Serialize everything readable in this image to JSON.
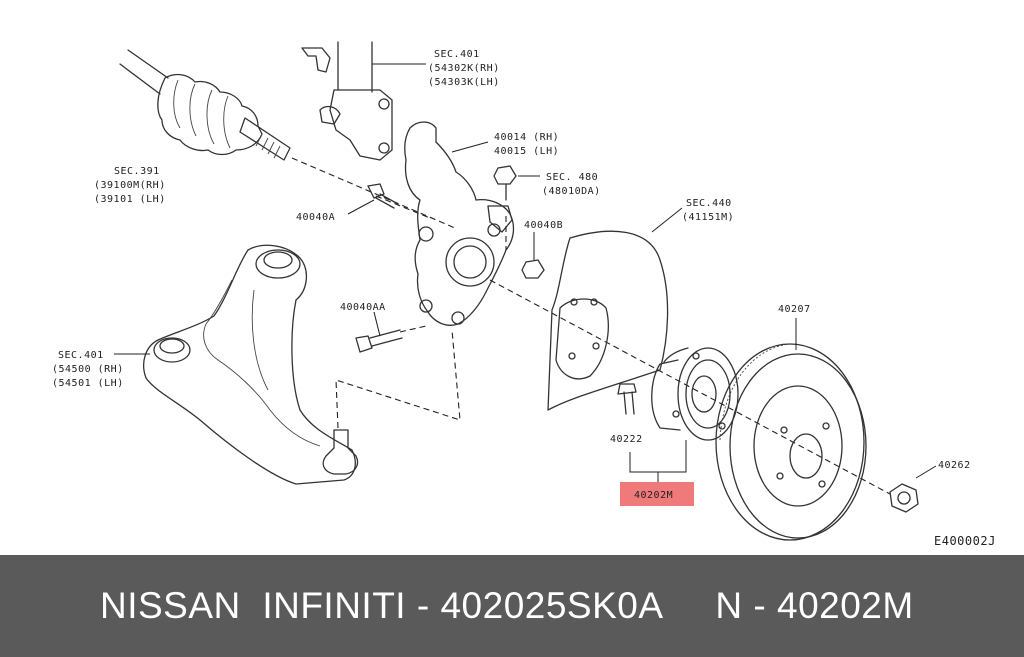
{
  "labels": {
    "sec401_top": "SEC.401",
    "sec401_top_rh": "(54302K(RH)",
    "sec401_top_lh": "(54303K(LH)",
    "knuckle_rh": "40014 (RH)",
    "knuckle_lh": "40015 (LH)",
    "sec480": "SEC. 480",
    "sec480_part": "(48010DA)",
    "sec391": "SEC.391",
    "sec391_rh": "(39100M(RH)",
    "sec391_lh": "(39101 (LH)",
    "bolt_40040a": "40040A",
    "nut_40040b": "40040B",
    "sec440": "SEC.440",
    "sec440_part": "(41151M)",
    "bolt_40040aa": "40040AA",
    "rotor": "40207",
    "sec401_bottom": "SEC.401",
    "sec401_bottom_rh": "(54500 (RH)",
    "sec401_bottom_lh": "(54501 (LH)",
    "bolt_40222": "40222",
    "hub_40202m": "40202M",
    "nut_40262": "40262",
    "diagram_code": "E400002J"
  },
  "footer": {
    "text": "NISSAN  INFINITI - 402025SK0A     N - 40202M"
  },
  "colors": {
    "highlight": "#f07a7a",
    "footer_bg": "#5a5a5a"
  }
}
